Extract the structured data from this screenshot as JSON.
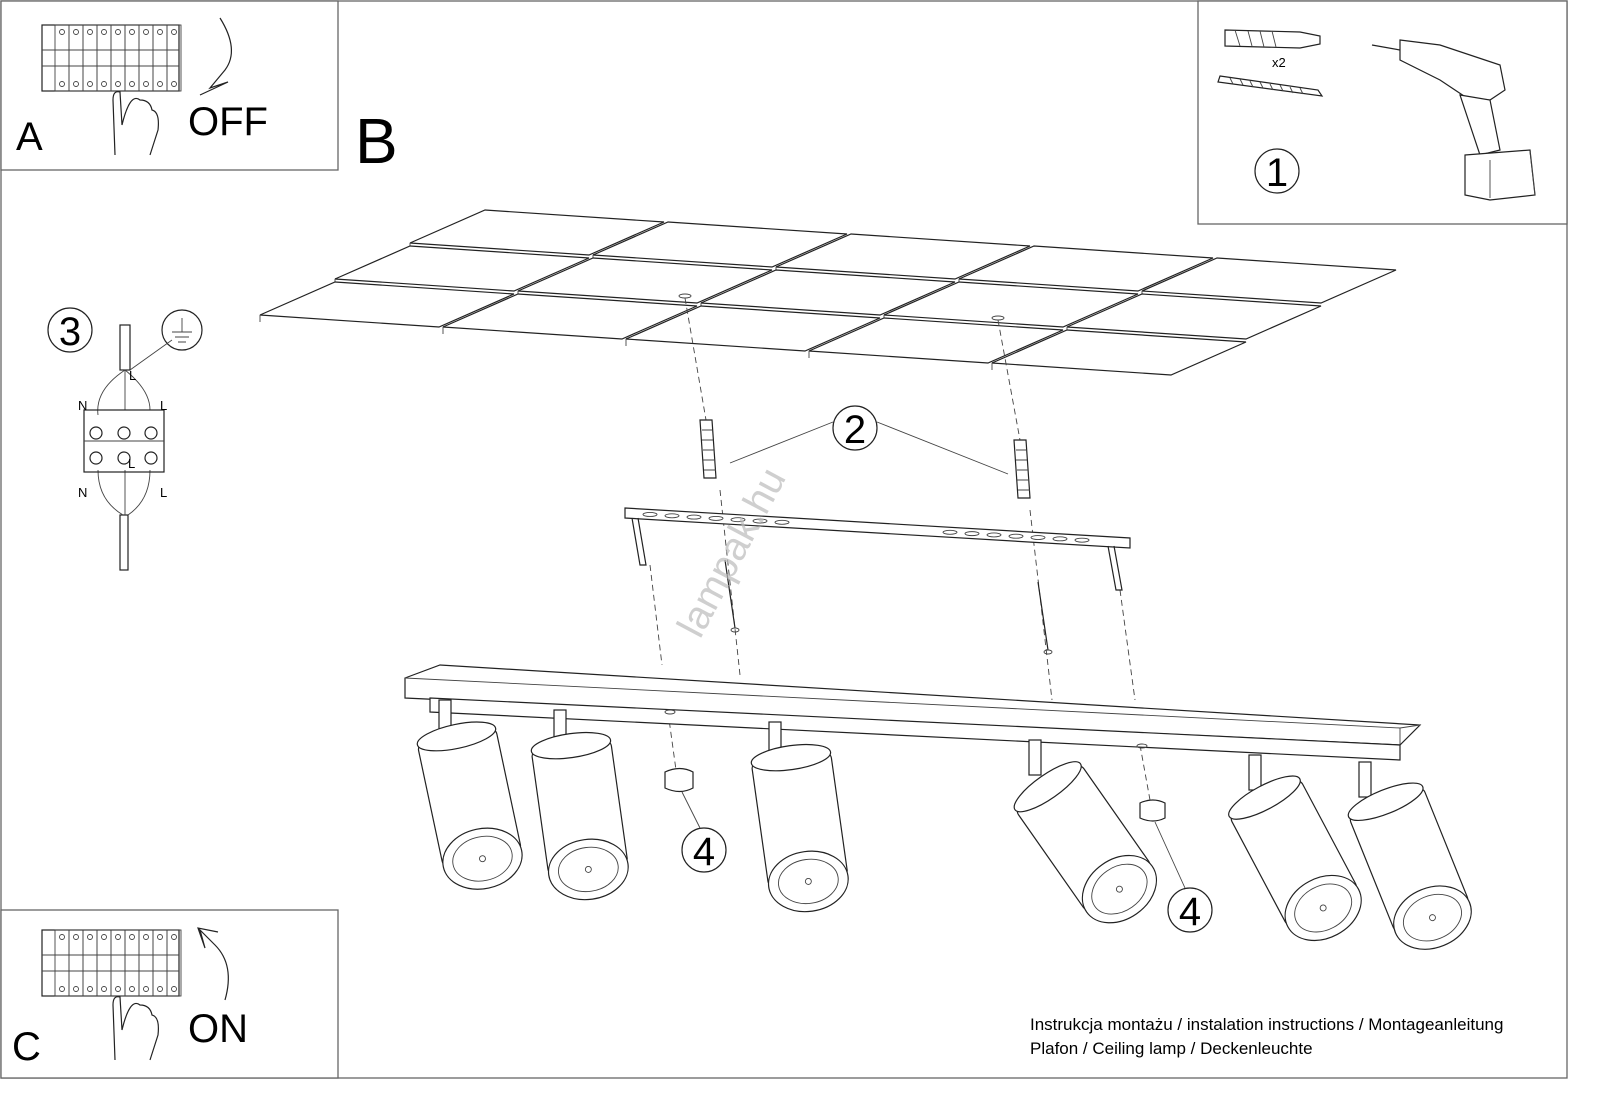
{
  "panels": {
    "a": {
      "letter": "A",
      "state": "OFF"
    },
    "b": {
      "letter": "B"
    },
    "c": {
      "letter": "C",
      "state": "ON"
    },
    "tools": {
      "step": "1",
      "quantity": "x2"
    }
  },
  "wiring": {
    "step": "3",
    "labels": {
      "n_top": "N",
      "l_top": "L",
      "l_mid_top": "L",
      "l_mid_bottom": "L",
      "n_bottom": "N",
      "l_bottom": "L"
    }
  },
  "steps": {
    "two": "2",
    "four_left": "4",
    "four_right": "4"
  },
  "watermark": "lampak.hu",
  "caption": {
    "line1": "Instrukcja montażu / instalation instructions / Montageanleitung",
    "line2": "Plafon / Ceiling lamp / Deckenleuchte"
  }
}
